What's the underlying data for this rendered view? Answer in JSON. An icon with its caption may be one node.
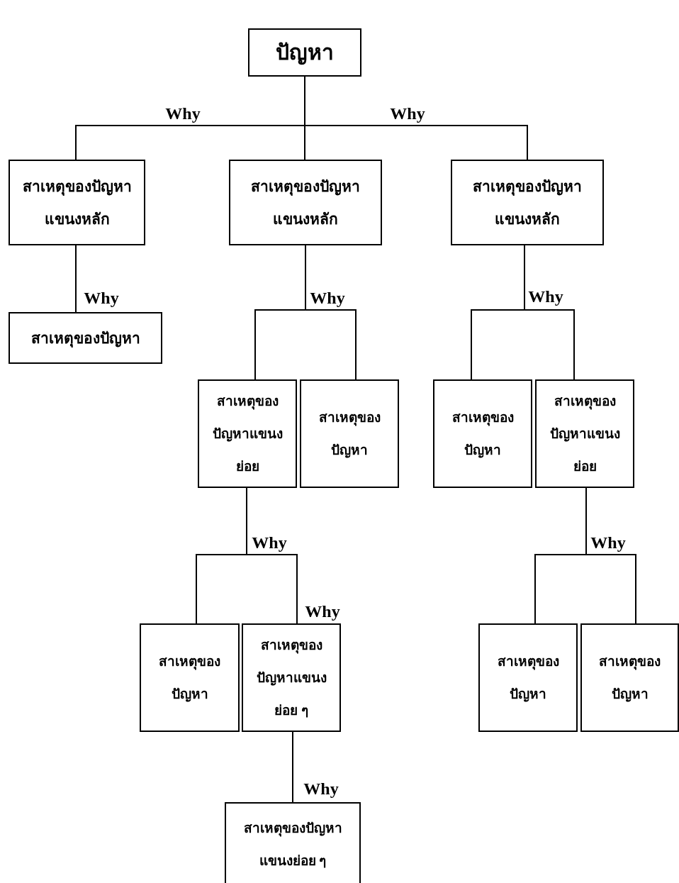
{
  "diagram": {
    "nodes": [
      {
        "text": [
          "ปัญหา"
        ]
      },
      {
        "text": [
          "สาเหตุของปัญหาแขนงหลัก"
        ]
      },
      {
        "text": [
          "สาเหตุของปัญหาแขนงหลัก"
        ]
      },
      {
        "text": [
          "สาเหตุของปัญหาแขนงหลัก"
        ]
      },
      {
        "text": [
          "สาเหตุของปัญหา"
        ]
      },
      {
        "text": [
          "สาเหตุของปัญหาแขนงย่อย"
        ]
      },
      {
        "text": [
          "สาเหตุของปัญหา"
        ]
      },
      {
        "text": [
          "สาเหตุของปัญหา"
        ]
      },
      {
        "text": [
          "สาเหตุของปัญหาแขนงย่อย"
        ]
      },
      {
        "text": [
          "สาเหตุของปัญหา"
        ]
      },
      {
        "text": [
          "สาเหตุของปัญหาแขนงย่อย ๆ"
        ]
      },
      {
        "text": [
          "สาเหตุของปัญหา"
        ]
      },
      {
        "text": [
          "สาเหตุของปัญหา"
        ]
      },
      {
        "text": [
          "สาเหตุของปัญหาแขนงย่อย ๆ"
        ]
      }
    ],
    "edges": [
      {
        "from": 0,
        "to": 1,
        "arrow": "none",
        "label": "Why"
      },
      {
        "from": 0,
        "to": 2,
        "arrow": "none"
      },
      {
        "from": 0,
        "to": 3,
        "arrow": "none",
        "label": "Why"
      },
      {
        "from": 1,
        "to": 4,
        "arrow": "none",
        "label": "Why"
      },
      {
        "from": 2,
        "to": 5,
        "arrow": "none",
        "label": "Why"
      },
      {
        "from": 2,
        "to": 6,
        "arrow": "none"
      },
      {
        "from": 3,
        "to": 7,
        "arrow": "none",
        "label": "Why"
      },
      {
        "from": 3,
        "to": 8,
        "arrow": "none"
      },
      {
        "from": 5,
        "to": 9,
        "arrow": "none",
        "label": "Why"
      },
      {
        "from": 5,
        "to": 10,
        "arrow": "none",
        "label": "Why"
      },
      {
        "from": 8,
        "to": 11,
        "arrow": "none",
        "label": "Why"
      },
      {
        "from": 8,
        "to": 12,
        "arrow": "none"
      },
      {
        "from": 10,
        "to": 13,
        "arrow": "none",
        "label": "Why"
      }
    ]
  }
}
